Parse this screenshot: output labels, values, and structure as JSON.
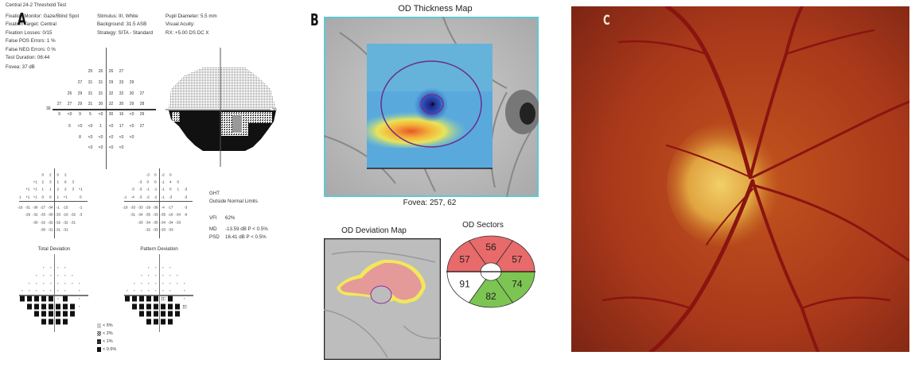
{
  "panel_a": {
    "label": "A",
    "test_name": "Central 24-2 Threshold Test",
    "info_col1": [
      "Fixation Monitor: Gaze/Blind Spot",
      "Fixation Target: Central",
      "Fixation Losses: 0/15",
      "False POS Errors:   1 %",
      "False NEG Errors:   0 %",
      "Test Duration: 06:44"
    ],
    "info_col2": [
      "Stimulus: III, White",
      "Background: 31.5 ASB",
      "Strategy: SITA - Standard"
    ],
    "info_col3": [
      "Pupil Diameter: 5.5 mm",
      "Visual Acuity:",
      "RX: +5.00 DS      DC  X"
    ],
    "fovea": "Fovea: 37 dB",
    "axis_label": "30",
    "threshold_values": [
      [
        null,
        null,
        null,
        25,
        26,
        26,
        27,
        null,
        null
      ],
      [
        null,
        null,
        27,
        31,
        31,
        29,
        33,
        29,
        null
      ],
      [
        null,
        26,
        29,
        31,
        31,
        32,
        32,
        30,
        27
      ],
      [
        27,
        27,
        29,
        31,
        30,
        32,
        30,
        29,
        28
      ],
      [
        9,
        "<0",
        9,
        5,
        "<0",
        30,
        16,
        "<0",
        29
      ],
      [
        null,
        6,
        "<0",
        "<0",
        1,
        "<0",
        17,
        "<0",
        27
      ],
      [
        null,
        null,
        8,
        "<0",
        "<0",
        "<0",
        "<0",
        "<0",
        null
      ],
      [
        null,
        null,
        null,
        "<0",
        "<0",
        "<0",
        "<0",
        null,
        null
      ]
    ],
    "total_deviation_values": [
      [
        null,
        null,
        null,
        "0",
        "2",
        "0",
        "2",
        null,
        null
      ],
      [
        null,
        null,
        "+1",
        "2",
        "3",
        "1",
        "6",
        "3",
        null
      ],
      [
        null,
        "+1",
        "+1",
        "1",
        "1",
        "2",
        "2",
        "3",
        "+1"
      ],
      [
        "1",
        "+1",
        "+1",
        "0",
        "0",
        "1",
        "+1",
        null,
        "0"
      ],
      [
        "-16",
        "-31",
        "-36",
        "-27",
        "-34",
        "-1",
        "-15",
        null,
        "-1"
      ],
      [
        null,
        "-29",
        "-32",
        "-33",
        "-30",
        "-33",
        "-16",
        "-32",
        "-3"
      ],
      [
        null,
        null,
        "-30",
        "-32",
        "-32",
        "-32",
        "-32",
        "-31",
        null
      ],
      [
        null,
        null,
        null,
        "-30",
        "-31",
        "-31",
        "-31",
        null,
        null
      ]
    ],
    "pattern_deviation_values": [
      [
        null,
        null,
        null,
        "-3",
        "0",
        "-2",
        "0",
        null,
        null
      ],
      [
        null,
        null,
        "-3",
        "0",
        "0",
        "-1",
        "4",
        "0",
        null
      ],
      [
        null,
        "-3",
        "-3",
        "-1",
        "-1",
        "-1",
        "0",
        "1",
        "-3"
      ],
      [
        "-1",
        "-4",
        "-3",
        "-2",
        "-2",
        "-1",
        "-3",
        null,
        "-3"
      ],
      [
        "-18",
        "-33",
        "-33",
        "-29",
        "-36",
        "-4",
        "-17",
        null,
        "-3"
      ],
      [
        null,
        "-31",
        "-34",
        "-35",
        "-33",
        "-35",
        "-16",
        "-34",
        "-6"
      ],
      [
        null,
        null,
        "-33",
        "-34",
        "-35",
        "-34",
        "-34",
        "-33",
        null
      ],
      [
        null,
        null,
        null,
        "-32",
        "-33",
        "-33",
        "-33",
        null,
        null
      ]
    ],
    "total_deviation_label": "Total Deviation",
    "pattern_deviation_label": "Pattern Deviation",
    "total_deviation_probability": [
      [
        null,
        null,
        null,
        "n",
        "n",
        "n",
        "n",
        null,
        null
      ],
      [
        null,
        null,
        "n",
        "n",
        "n",
        "n",
        "n",
        "n",
        null
      ],
      [
        null,
        "n",
        "n",
        "n",
        "n",
        "n",
        "n",
        "n",
        "n"
      ],
      [
        "n",
        "n",
        "n",
        "n",
        "n",
        "n",
        "n",
        null,
        "n"
      ],
      [
        "b",
        "b",
        "b",
        "b",
        "b",
        "n",
        "b",
        null,
        "n"
      ],
      [
        null,
        "b",
        "b",
        "b",
        "b",
        "b",
        "b",
        "b",
        "n"
      ],
      [
        null,
        null,
        "b",
        "b",
        "b",
        "b",
        "b",
        "b",
        null
      ],
      [
        null,
        null,
        null,
        "b",
        "b",
        "b",
        "b",
        null,
        null
      ]
    ],
    "pattern_deviation_probability": [
      [
        null,
        null,
        null,
        "n",
        "n",
        "n",
        "n",
        null,
        null
      ],
      [
        null,
        null,
        "n",
        "n",
        "n",
        "n",
        "n",
        "n",
        null
      ],
      [
        null,
        "n",
        "n",
        "n",
        "n",
        "n",
        "n",
        "n",
        "n"
      ],
      [
        "n",
        "n",
        "n",
        "n",
        "n",
        "n",
        "n",
        null,
        "n"
      ],
      [
        "b",
        "b",
        "b",
        "b",
        "b",
        "p5",
        "b",
        null,
        "n"
      ],
      [
        null,
        "b",
        "b",
        "b",
        "b",
        "b",
        "b",
        "b",
        "p5"
      ],
      [
        null,
        null,
        "b",
        "b",
        "b",
        "b",
        "b",
        "b",
        null
      ],
      [
        null,
        null,
        null,
        "b",
        "b",
        "b",
        "b",
        null,
        null
      ]
    ],
    "legend": [
      "< 5%",
      "< 2%",
      "< 1%",
      "< 0.5%"
    ],
    "ght_label": "GHT",
    "ght_value": "Outside Normal Limits",
    "vfi_label": "VFI",
    "vfi_value": "62%",
    "md_label": "MD",
    "md_value": "-13.59 dB P < 0.5%",
    "psd_label": "PSD",
    "psd_value": "16.41 dB P < 0.5%"
  },
  "panel_b": {
    "label": "B",
    "thickness_map_title": "OD Thickness Map",
    "fovea": "Fovea: 257, 62",
    "deviation_map_title": "OD Deviation Map",
    "sectors_title": "OD Sectors",
    "sectors": [
      {
        "name": "superior-temporal",
        "value": "57",
        "color": "#e86a6a"
      },
      {
        "name": "superior",
        "value": "56",
        "color": "#e86a6a"
      },
      {
        "name": "superior-nasal",
        "value": "57",
        "color": "#e86a6a"
      },
      {
        "name": "inferior-nasal",
        "value": "74",
        "color": "#7cc553"
      },
      {
        "name": "inferior",
        "value": "82",
        "color": "#7cc553"
      },
      {
        "name": "inferior-temporal",
        "value": "91",
        "color": "#ffffff"
      }
    ],
    "border_color": "#5ec8d4"
  },
  "panel_c": {
    "label": "C"
  }
}
